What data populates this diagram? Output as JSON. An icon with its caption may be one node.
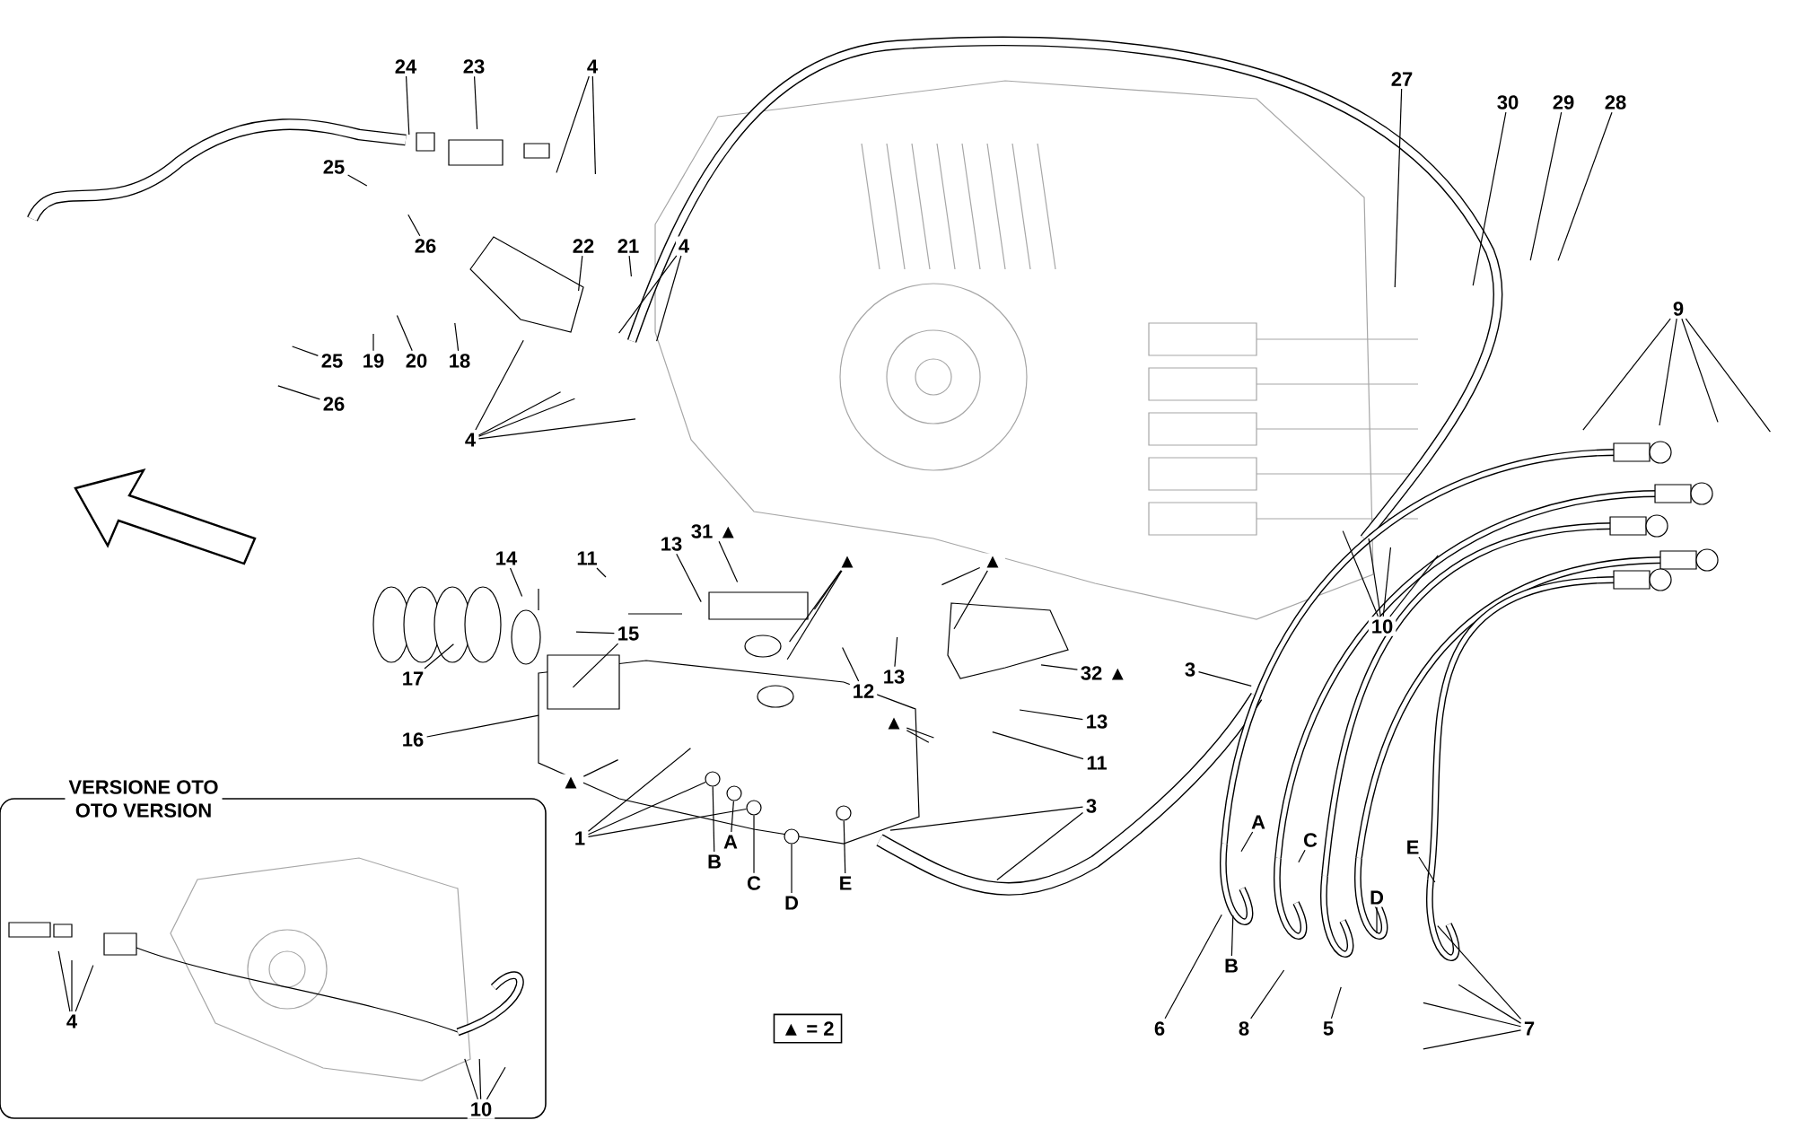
{
  "diagram": {
    "nodes": [
      {
        "text": [
          "24"
        ]
      },
      {
        "text": [
          "23"
        ]
      },
      {
        "text": [
          "4"
        ]
      },
      {
        "text": [
          "25"
        ]
      },
      {
        "text": [
          "26"
        ]
      },
      {
        "text": [
          "22"
        ]
      },
      {
        "text": [
          "21"
        ]
      },
      {
        "text": [
          "4"
        ]
      },
      {
        "text": [
          "25"
        ]
      },
      {
        "text": [
          "26"
        ]
      },
      {
        "text": [
          "19"
        ]
      },
      {
        "text": [
          "20"
        ]
      },
      {
        "text": [
          "18"
        ]
      },
      {
        "text": [
          "4"
        ]
      },
      {
        "text": [
          "14"
        ]
      },
      {
        "text": [
          "11"
        ]
      },
      {
        "text": [
          "13"
        ]
      },
      {
        "text": [
          "31 ▲"
        ]
      },
      {
        "text": [
          "▲"
        ]
      },
      {
        "text": [
          "15"
        ]
      },
      {
        "text": [
          "17"
        ]
      },
      {
        "text": [
          "16"
        ]
      },
      {
        "text": [
          "▲"
        ]
      },
      {
        "text": [
          "1"
        ]
      },
      {
        "text": [
          "B"
        ]
      },
      {
        "text": [
          "A"
        ]
      },
      {
        "text": [
          "C"
        ]
      },
      {
        "text": [
          "D"
        ]
      },
      {
        "text": [
          "E"
        ]
      },
      {
        "text": [
          "12"
        ]
      },
      {
        "text": [
          "13"
        ]
      },
      {
        "text": [
          "▲"
        ]
      },
      {
        "text": [
          "32 ▲"
        ]
      },
      {
        "text": [
          "▲"
        ]
      },
      {
        "text": [
          "13"
        ]
      },
      {
        "text": [
          "11"
        ]
      },
      {
        "text": [
          "3"
        ]
      },
      {
        "text": [
          "3"
        ]
      },
      {
        "text": [
          "27"
        ]
      },
      {
        "text": [
          "30"
        ]
      },
      {
        "text": [
          "29"
        ]
      },
      {
        "text": [
          "28"
        ]
      },
      {
        "text": [
          "9"
        ]
      },
      {
        "text": [
          "10"
        ]
      },
      {
        "text": [
          "A"
        ]
      },
      {
        "text": [
          "C"
        ]
      },
      {
        "text": [
          "E"
        ]
      },
      {
        "text": [
          "D"
        ]
      },
      {
        "text": [
          "B"
        ]
      },
      {
        "text": [
          "6"
        ]
      },
      {
        "text": [
          "8"
        ]
      },
      {
        "text": [
          "5"
        ]
      },
      {
        "text": [
          "7"
        ]
      },
      {
        "text": [
          "▲ = 2"
        ]
      },
      {
        "text": [
          "VERSIONE OTO",
          "OTO VERSION"
        ]
      },
      {
        "text": [
          "4"
        ],
        "in": 54
      },
      {
        "text": [
          "10"
        ],
        "in": 54
      },
      {
        "text": [],
        "shape": "circle"
      },
      {
        "text": [],
        "shape": "circle"
      },
      {
        "text": [],
        "shape": "circle"
      },
      {
        "text": [],
        "shape": "circle"
      },
      {
        "text": [],
        "shape": "circle"
      }
    ],
    "edges": [
      {
        "from": 0,
        "to": null,
        "arrow": "none"
      },
      {
        "from": 1,
        "to": null,
        "arrow": "none"
      },
      {
        "from": 2,
        "to": null,
        "arrow": "none"
      },
      {
        "from": 2,
        "to": null,
        "arrow": "none"
      },
      {
        "from": 3,
        "to": null,
        "arrow": "none"
      },
      {
        "from": 4,
        "to": null,
        "arrow": "none"
      },
      {
        "from": 5,
        "to": null,
        "arrow": "none"
      },
      {
        "from": 6,
        "to": null,
        "arrow": "none"
      },
      {
        "from": 7,
        "to": null,
        "arrow": "none"
      },
      {
        "from": 7,
        "to": null,
        "arrow": "none"
      },
      {
        "from": 8,
        "to": null,
        "arrow": "none"
      },
      {
        "from": 9,
        "to": null,
        "arrow": "none"
      },
      {
        "from": 10,
        "to": null,
        "arrow": "none"
      },
      {
        "from": 11,
        "to": null,
        "arrow": "none"
      },
      {
        "from": 12,
        "to": null,
        "arrow": "none"
      },
      {
        "from": 13,
        "to": null,
        "arrow": "none"
      },
      {
        "from": 13,
        "to": null,
        "arrow": "none"
      },
      {
        "from": 13,
        "to": null,
        "arrow": "none"
      },
      {
        "from": 13,
        "to": null,
        "arrow": "none"
      },
      {
        "from": 14,
        "to": null,
        "arrow": "none"
      },
      {
        "from": 15,
        "to": null,
        "arrow": "none"
      },
      {
        "from": 16,
        "to": null,
        "arrow": "none"
      },
      {
        "from": 17,
        "to": null,
        "arrow": "none"
      },
      {
        "from": 18,
        "to": null,
        "arrow": "none"
      },
      {
        "from": 18,
        "to": null,
        "arrow": "none"
      },
      {
        "from": 18,
        "to": null,
        "arrow": "none"
      },
      {
        "from": 19,
        "to": null,
        "arrow": "none"
      },
      {
        "from": 19,
        "to": null,
        "arrow": "none"
      },
      {
        "from": 20,
        "to": null,
        "arrow": "none"
      },
      {
        "from": 21,
        "to": null,
        "arrow": "none"
      },
      {
        "from": 22,
        "to": null,
        "arrow": "none"
      },
      {
        "from": 23,
        "to": null,
        "arrow": "none"
      },
      {
        "from": 23,
        "to": 57,
        "arrow": "none"
      },
      {
        "from": 23,
        "to": 59,
        "arrow": "none"
      },
      {
        "from": 24,
        "to": 57,
        "arrow": "none"
      },
      {
        "from": 25,
        "to": 58,
        "arrow": "none"
      },
      {
        "from": 26,
        "to": 59,
        "arrow": "none"
      },
      {
        "from": 27,
        "to": 60,
        "arrow": "none"
      },
      {
        "from": 28,
        "to": 61,
        "arrow": "none"
      },
      {
        "from": 29,
        "to": null,
        "arrow": "none"
      },
      {
        "from": 30,
        "to": null,
        "arrow": "none"
      },
      {
        "from": 31,
        "to": null,
        "arrow": "none"
      },
      {
        "from": 31,
        "to": null,
        "arrow": "none"
      },
      {
        "from": 32,
        "to": null,
        "arrow": "none"
      },
      {
        "from": 33,
        "to": null,
        "arrow": "none"
      },
      {
        "from": 33,
        "to": null,
        "arrow": "none"
      },
      {
        "from": 34,
        "to": null,
        "arrow": "none"
      },
      {
        "from": 35,
        "to": null,
        "arrow": "none"
      },
      {
        "from": 36,
        "to": null,
        "arrow": "none"
      },
      {
        "from": 37,
        "to": null,
        "arrow": "none"
      },
      {
        "from": 37,
        "to": null,
        "arrow": "none"
      },
      {
        "from": 38,
        "to": null,
        "arrow": "none"
      },
      {
        "from": 39,
        "to": null,
        "arrow": "none"
      },
      {
        "from": 40,
        "to": null,
        "arrow": "none"
      },
      {
        "from": 41,
        "to": null,
        "arrow": "none"
      },
      {
        "from": 42,
        "to": null,
        "arrow": "none"
      },
      {
        "from": 42,
        "to": null,
        "arrow": "none"
      },
      {
        "from": 42,
        "to": null,
        "arrow": "none"
      },
      {
        "from": 42,
        "to": null,
        "arrow": "none"
      },
      {
        "from": 43,
        "to": null,
        "arrow": "none"
      },
      {
        "from": 43,
        "to": null,
        "arrow": "none"
      },
      {
        "from": 43,
        "to": null,
        "arrow": "none"
      },
      {
        "from": 43,
        "to": null,
        "arrow": "none"
      },
      {
        "from": 44,
        "to": null,
        "arrow": "none"
      },
      {
        "from": 45,
        "to": null,
        "arrow": "none"
      },
      {
        "from": 46,
        "to": null,
        "arrow": "none"
      },
      {
        "from": 47,
        "to": null,
        "arrow": "none"
      },
      {
        "from": 48,
        "to": null,
        "arrow": "none"
      },
      {
        "from": 49,
        "to": null,
        "arrow": "none"
      },
      {
        "from": 50,
        "to": null,
        "arrow": "none"
      },
      {
        "from": 51,
        "to": null,
        "arrow": "none"
      },
      {
        "from": 52,
        "to": null,
        "arrow": "none"
      },
      {
        "from": 52,
        "to": null,
        "arrow": "none"
      },
      {
        "from": 52,
        "to": null,
        "arrow": "none"
      },
      {
        "from": 52,
        "to": null,
        "arrow": "none"
      },
      {
        "from": 55,
        "to": null,
        "arrow": "none"
      },
      {
        "from": 55,
        "to": null,
        "arrow": "none"
      },
      {
        "from": 55,
        "to": null,
        "arrow": "none"
      },
      {
        "from": 56,
        "to": null,
        "arrow": "none"
      },
      {
        "from": 56,
        "to": null,
        "arrow": "none"
      },
      {
        "from": 56,
        "to": null,
        "arrow": "none"
      }
    ]
  }
}
